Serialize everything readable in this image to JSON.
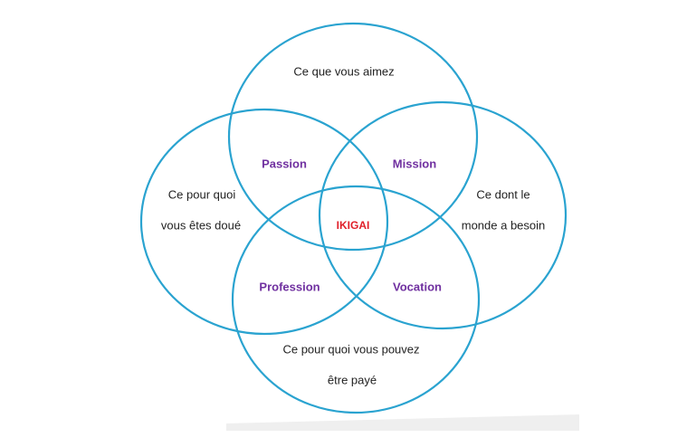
{
  "colors": {
    "circle": "#2aa3d0",
    "overlap": "#7030a0",
    "center": "#e0202a",
    "text": "#222222"
  },
  "circles": {
    "top": "Ce que vous aimez",
    "left_line1": "Ce pour quoi",
    "left_line2": "vous êtes doué",
    "right_line1": "Ce dont le",
    "right_line2": "monde a besoin",
    "bottom_line1": "Ce pour quoi vous pouvez",
    "bottom_line2": "être payé"
  },
  "overlaps": {
    "passion": "Passion",
    "mission": "Mission",
    "profession": "Profession",
    "vocation": "Vocation"
  },
  "center": "IKIGAI"
}
